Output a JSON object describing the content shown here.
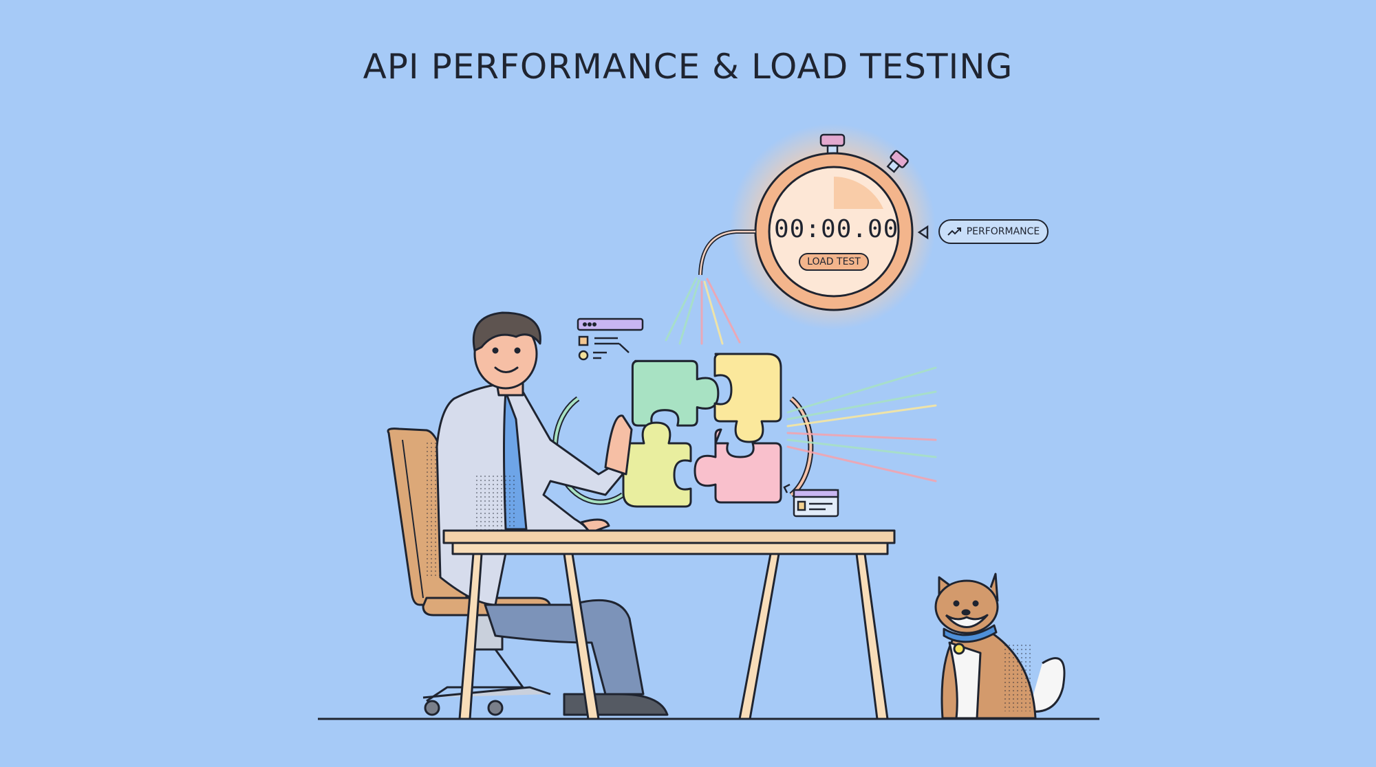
{
  "title": "API PERFORMANCE & LOAD TESTING",
  "stopwatch": {
    "time": "00:00.00",
    "label": "LOAD TEST",
    "ring_color": "#f3b58c",
    "glow_color": "#ffcfa8"
  },
  "performance_badge": {
    "label": "PERFORMANCE",
    "icon": "trending-up-icon"
  },
  "puzzle": {
    "pieces": [
      {
        "position": "top-left",
        "color": "#a8e2c3"
      },
      {
        "position": "top-right",
        "color": "#fbe89c"
      },
      {
        "position": "bottom-left",
        "color": "#e9ee9f"
      },
      {
        "position": "bottom-right",
        "color": "#f9c0cc"
      }
    ]
  },
  "colors": {
    "background": "#a6caf7",
    "outline": "#1f2430",
    "desk": "#f3d2aa",
    "chair": "#dca878",
    "jacket": "#d6dcec",
    "shirt": "#6ea5e8",
    "pants": "#7c93b9",
    "dog": "#d39a6c",
    "collar": "#4e8fd8"
  }
}
